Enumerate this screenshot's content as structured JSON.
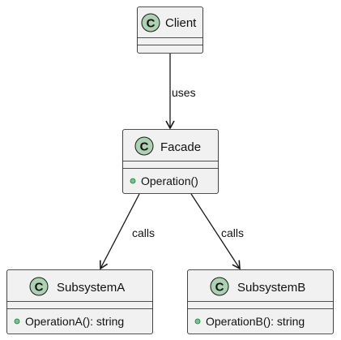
{
  "colors": {
    "class_fill": "#f1f1f1",
    "class_stroke": "#181818",
    "badge_fill": "#add1b2",
    "method_dot": "#84be84",
    "edge": "#181818"
  },
  "stereotype_letter": "C",
  "classes": {
    "client": {
      "name": "Client",
      "members": []
    },
    "facade": {
      "name": "Facade",
      "members": [
        "Operation()"
      ]
    },
    "subsystem_a": {
      "name": "SubsystemA",
      "members": [
        "OperationA(): string"
      ]
    },
    "subsystem_b": {
      "name": "SubsystemB",
      "members": [
        "OperationB(): string"
      ]
    }
  },
  "edges": {
    "client_facade": {
      "label": "uses"
    },
    "facade_a": {
      "label": "calls"
    },
    "facade_b": {
      "label": "calls"
    }
  }
}
